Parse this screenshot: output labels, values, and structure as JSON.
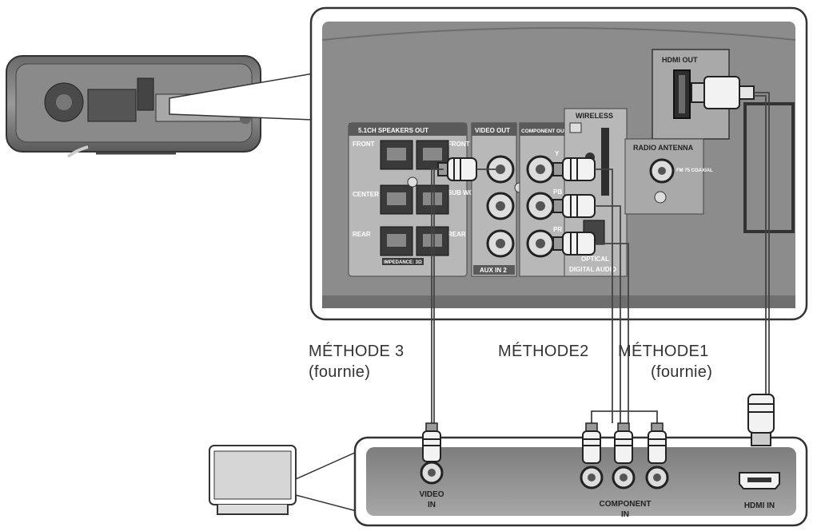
{
  "labels": {
    "method3": "MÉTHODE 3",
    "method3_sub": "(fournie)",
    "method2": "MÉTHODE2",
    "method1": "MÉTHODE1",
    "method1_sub": "(fournie)"
  },
  "panel": {
    "hdmi_out": "HDMI OUT",
    "wireless": "WIRELESS",
    "speakers_out": "5.1CH SPEAKERS OUT",
    "video_out": "VIDEO OUT",
    "component_out": "COMPONENT OUT",
    "radio_antenna": "RADIO ANTENNA",
    "fm_coaxial": "FM 75 COAXIAL",
    "front_r": "FRONT",
    "front_l": "FRONT",
    "center": "CENTER",
    "subwoofer": "SUB WOOFER",
    "rear_r": "REAR",
    "rear_l": "REAR",
    "impedance": "IMPEDANCE: 3Ω",
    "aux_in": "AUX IN 2",
    "optical": "OPTICAL",
    "digital_audio": "DIGITAL AUDIO",
    "comp_y": "Y",
    "comp_pb": "PB",
    "comp_pr": "PR"
  },
  "tv": {
    "video_in_1": "VIDEO",
    "video_in_2": "IN",
    "component_in_1": "COMPONENT",
    "component_in_2": "IN",
    "hdmi_in": "HDMI IN"
  },
  "colors": {
    "panel_bg": "#8c8c8c",
    "panel_dark": "#555555",
    "frame_border": "#333333",
    "cable": "#444444",
    "label_text": "#333333"
  }
}
